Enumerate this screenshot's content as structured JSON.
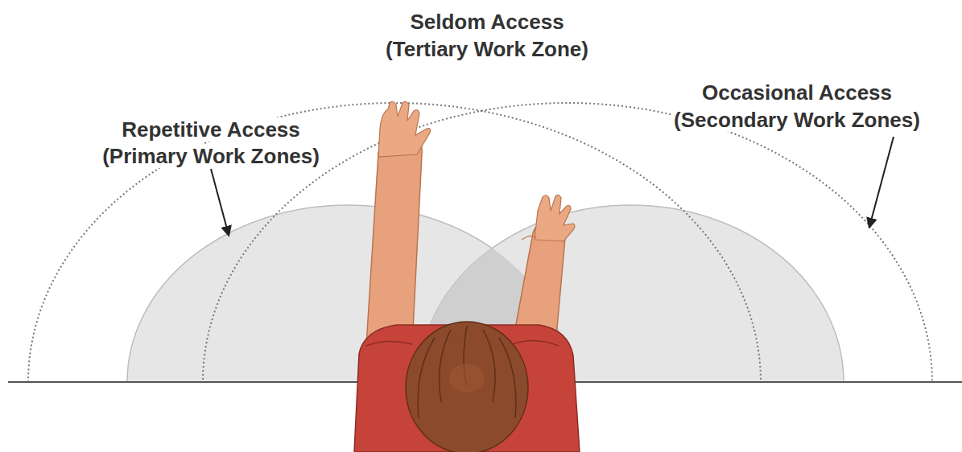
{
  "diagram": {
    "labels": [
      "Seldom Access",
      "(Tertiary Work Zone)",
      "Repetitive Access",
      "(Primary Work Zones)",
      "Occasional Access",
      "(Secondary Work Zones)"
    ]
  }
}
